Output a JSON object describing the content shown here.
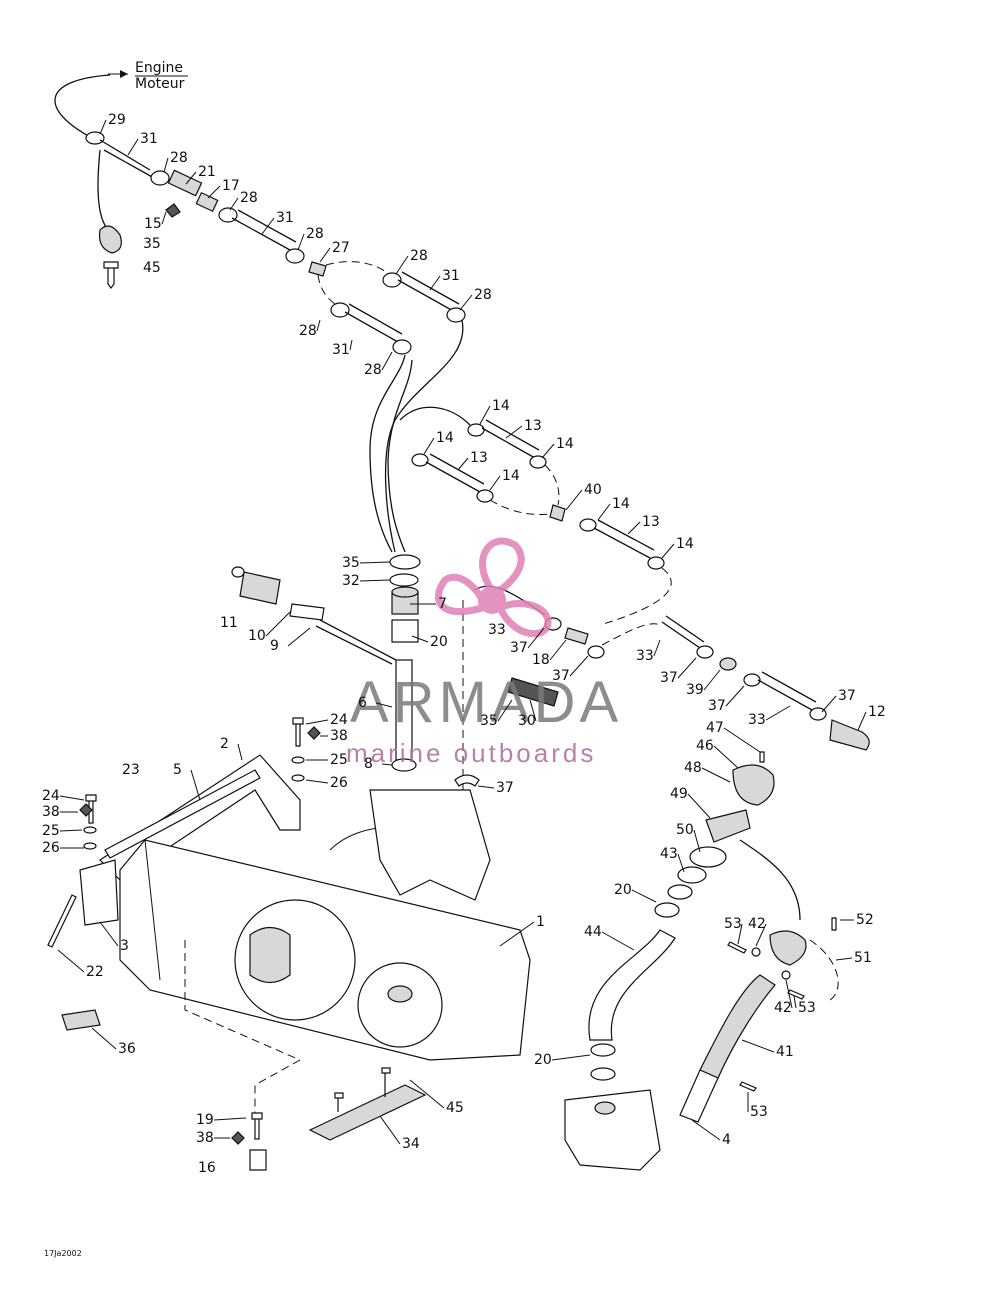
{
  "engine_label": {
    "line1": "Engine",
    "line2": "Moteur"
  },
  "drawing_code": "17Ja2002",
  "watermark": {
    "title": "ARMADA",
    "subtitle": "marine outboards",
    "title_color": "#7a7a7a",
    "subtitle_color": "#b06a9a",
    "logo_color": "#e07fb4"
  },
  "callouts": [
    "29",
    "31",
    "28",
    "21",
    "17",
    "15",
    "28",
    "35",
    "45",
    "31",
    "28",
    "27",
    "28",
    "31",
    "28",
    "28",
    "31",
    "28",
    "14",
    "13",
    "14",
    "14",
    "13",
    "14",
    "40",
    "14",
    "13",
    "14",
    "35",
    "32",
    "7",
    "33",
    "20",
    "37",
    "18",
    "37",
    "11",
    "10",
    "9",
    "33",
    "37",
    "39",
    "37",
    "37",
    "33",
    "12",
    "6",
    "35",
    "30",
    "24",
    "38",
    "25",
    "26",
    "8",
    "37",
    "2",
    "23",
    "5",
    "24",
    "38",
    "25",
    "26",
    "47",
    "46",
    "48",
    "49",
    "50",
    "43",
    "20",
    "1",
    "3",
    "22",
    "44",
    "53",
    "42",
    "52",
    "51",
    "42",
    "53",
    "41",
    "36",
    "20",
    "45",
    "53",
    "4",
    "19",
    "38",
    "16",
    "34"
  ]
}
